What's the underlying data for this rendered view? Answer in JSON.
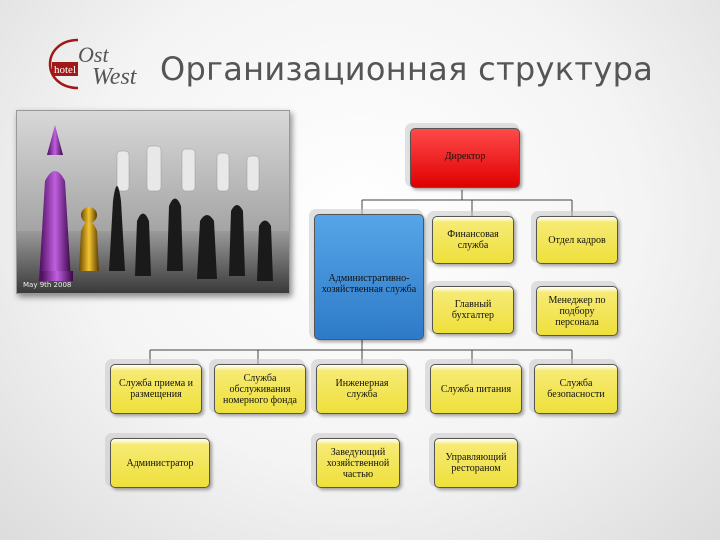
{
  "header": {
    "logo_text_top": "Ost",
    "logo_text_bottom": "West",
    "logo_badge": "hotel",
    "title": "Организационная структура"
  },
  "photo": {
    "watermark": "May 9th 2008"
  },
  "org": {
    "director": "Директор",
    "admin": "Административно-хозяйственная служба",
    "finance": "Финансовая служба",
    "hr": "Отдел кадров",
    "accountant": "Главный бухгалтер",
    "recruiter": "Менеджер по подбору персонала",
    "reception": "Служба приема и размещения",
    "housekeeping": "Служба обслуживания номерного фонда",
    "engineering": "Инженерная служба",
    "catering": "Служба питания",
    "security": "Служба безопасности",
    "administrator": "Администратор",
    "maintenance_head": "Заведующий хозяйственной частью",
    "restaurant_manager": "Управляющий рестораном"
  },
  "colors": {
    "director": "#e00000",
    "admin": "#2e7ac8",
    "unit": "#eee03a"
  }
}
